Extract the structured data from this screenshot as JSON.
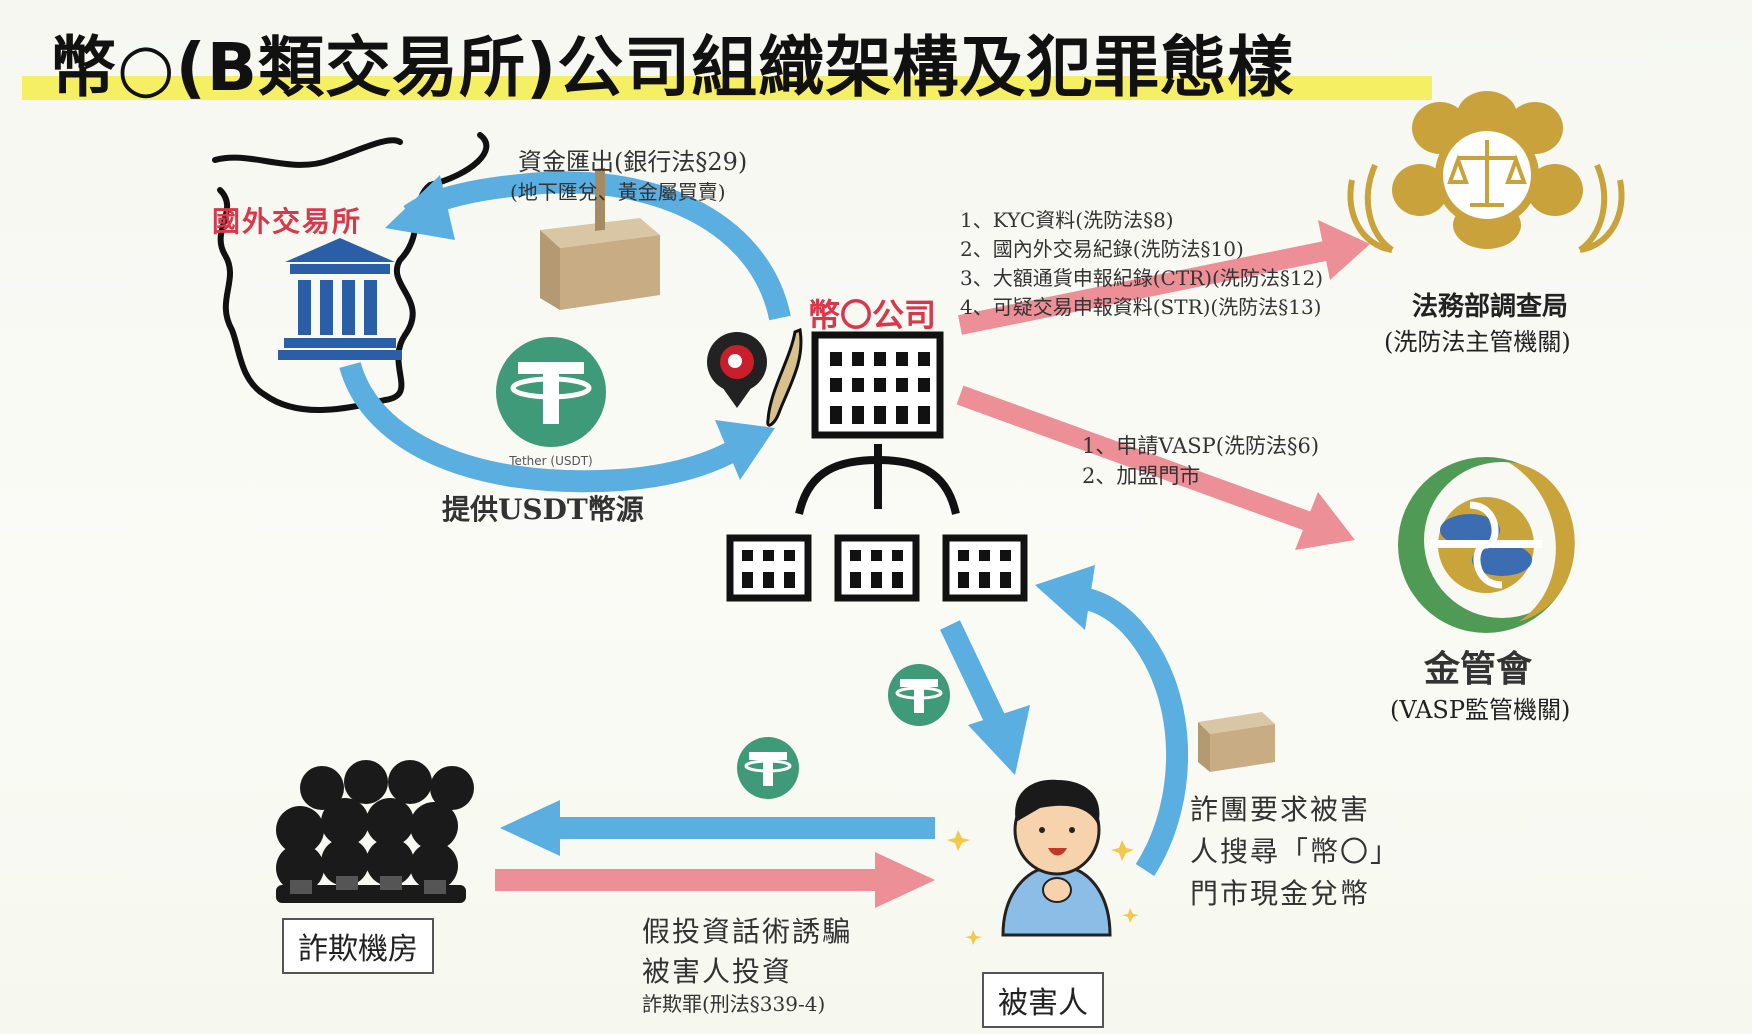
{
  "title": "幣○(B類交易所)公司組織架構及犯罪態樣",
  "foreign_exchange": {
    "label": "國外交易所"
  },
  "fund_outflow": {
    "line1": "資金匯出(銀行法§29)",
    "line2": "(地下匯兌、黃金屬買賣)"
  },
  "usdt_supply": "提供USDT幣源",
  "tether": {
    "label": "Tether (USDT)"
  },
  "company": {
    "label": "幣〇公司"
  },
  "mjib_obligations": [
    "1、KYC資料(洗防法§8)",
    "2、國內外交易紀錄(洗防法§10)",
    "3、大額通貨申報紀錄(CTR)(洗防法§12)",
    "4、可疑交易申報資料(STR)(洗防法§13)"
  ],
  "mjib": {
    "name": "法務部調查局",
    "role": "(洗防法主管機關)"
  },
  "fsc_obligations": [
    "1、申請VASP(洗防法§6)",
    "2、加盟門市"
  ],
  "fsc": {
    "name": "金管會",
    "role": "(VASP監管機關)"
  },
  "victim_instruction": [
    "詐團要求被害",
    "人搜尋「幣〇」",
    "門市現金兌幣"
  ],
  "fraud_room": {
    "label": "詐欺機房"
  },
  "fraud_method": {
    "line1": "假投資話術誘騙",
    "line2": "被害人投資",
    "law": "詐欺罪(刑法§339-4)"
  },
  "victim": {
    "label": "被害人"
  },
  "colors": {
    "blue_arrow": "#5aaee0",
    "pink_arrow": "#ec8f96",
    "tether_green": "#3f9a79",
    "highlight": "#f4ef4a"
  }
}
